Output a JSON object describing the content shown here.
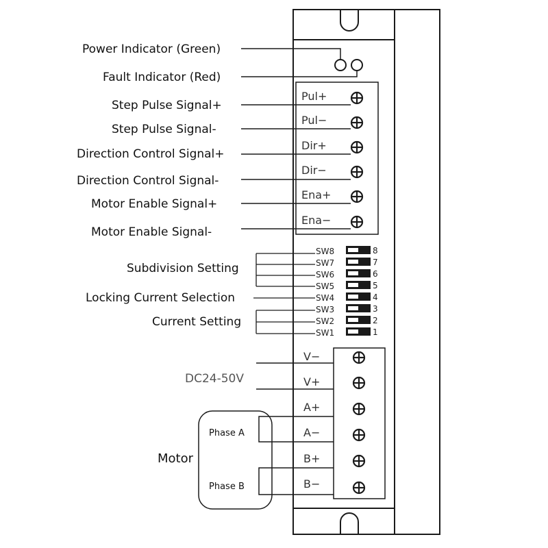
{
  "labels": {
    "power_indicator": "Power Indicator (Green)",
    "fault_indicator": "Fault Indicator (Red)",
    "step_pulse_plus": "Step Pulse Signal+",
    "step_pulse_minus": "Step Pulse Signal-",
    "dir_plus": "Direction Control Signal+",
    "dir_minus": "Direction Control Signal-",
    "ena_plus": "Motor Enable Signal+",
    "ena_minus": "Motor Enable Signal-",
    "subdivision": "Subdivision Setting",
    "locking_current": "Locking Current Selection",
    "current_setting": "Current Setting",
    "power_supply": "DC24-50V",
    "motor": "Motor",
    "phase_a": "Phase A",
    "phase_b": "Phase B"
  },
  "signal_terminals": [
    "Pul+",
    "Pul−",
    "Dir+",
    "Dir−",
    "Ena+",
    "Ena−"
  ],
  "power_terminals": [
    "V−",
    "V+",
    "A+",
    "A−",
    "B+",
    "B−"
  ],
  "dip_switches": {
    "labels": [
      "SW8",
      "SW7",
      "SW6",
      "SW5",
      "SW4",
      "SW3",
      "SW2",
      "SW1"
    ],
    "numbers": [
      "8",
      "7",
      "6",
      "5",
      "4",
      "3",
      "2",
      "1"
    ]
  },
  "colors": {
    "line": "#1a1a1a",
    "label_text": "#111111",
    "muted_text": "#555555",
    "background": "#ffffff"
  },
  "icons": {
    "terminal": "screw-terminal-icon",
    "led": "led-indicator-icon"
  }
}
